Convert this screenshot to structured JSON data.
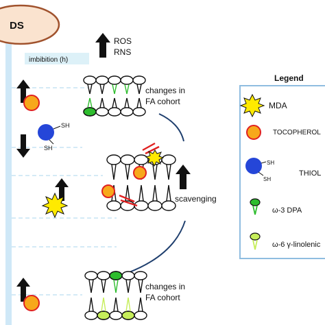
{
  "timeline": {
    "start_label": "DS",
    "imbibition_label": "imbibition (h)"
  },
  "ros_rns": {
    "line1": "ROS",
    "line2": "RNS"
  },
  "membranes": {
    "top_caption_line1": "changes in",
    "top_caption_line2": "FA cohort",
    "bottom_caption_line1": "changes in",
    "bottom_caption_line2": "FA cohort",
    "scavenging_label": "scavenging"
  },
  "thiol_groups": {
    "sh_label": "SH"
  },
  "legend": {
    "title": "Legend",
    "items": [
      {
        "label": "MDA",
        "icon": "mda-star-icon"
      },
      {
        "label": "TOCOPHEROL",
        "icon": "tocopherol-circle-icon"
      },
      {
        "label": "THIOL",
        "icon": "thiol-sphere-icon"
      },
      {
        "label": "ω-3 DPA",
        "icon": "omega3-lipid-icon"
      },
      {
        "label": "ω-6 γ-linolenic",
        "icon": "omega6-lipid-icon"
      }
    ]
  },
  "colors": {
    "ds_fill": "#fae3cf",
    "ds_stroke": "#a0522d",
    "timeline_bar": "#cfe8f7",
    "dashed_line": "#a9d6ee",
    "imbibition_box": "#ddf1f8",
    "legend_border": "#8fbde0",
    "tocopherol_fill": "#f7a81b",
    "tocopherol_stroke": "#e02020",
    "thiol_fill": "#2546d8",
    "mda_fill": "#ffea00",
    "omega3_green": "#2ebd2e",
    "omega6_green": "#c6ee5a",
    "arc_blue": "#1f3f6e",
    "red_break": "#e02020"
  }
}
